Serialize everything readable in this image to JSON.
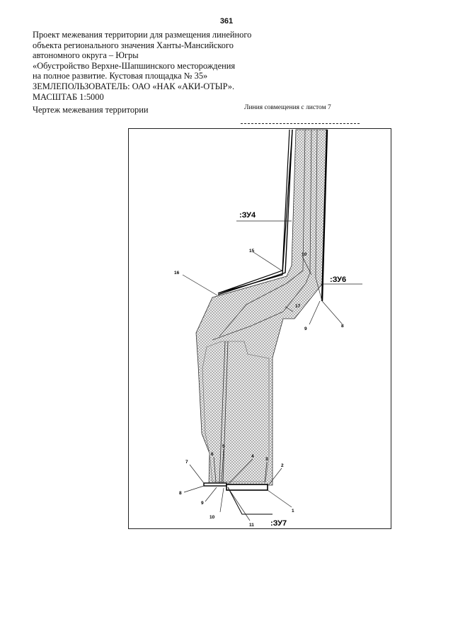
{
  "page_number": "361",
  "header_lines": [
    "Проект межевания территории для размещения линейного",
    "объекта регионального значения Ханты-Мансийского",
    "автономного округа – Югры",
    " «Обустройство Верхне-Шапшинского месторождения",
    "на полное развитие. Кустовая площадка № 35»",
    "ЗЕМЛЕПОЛЬЗОВАТЕЛЬ: ОАО «НАК «АКИ-ОТЫР».",
    "МАСШТАБ 1:5000"
  ],
  "caption": "Чертеж межевания территории",
  "sheet_link": "Линия совмещения с листом 7",
  "zones": {
    "zu4": ":ЗУ4",
    "zu6": ":ЗУ6",
    "zu7": ":ЗУ7"
  },
  "points": {
    "p15": "15",
    "p16": "16",
    "p10_top": "10",
    "p17": "17",
    "p9_top": "9",
    "p8_top": "8",
    "p7": "7",
    "p6": "6",
    "p5": "5",
    "p4": "4",
    "p3": "3",
    "p2": "2",
    "p8_bottom": "8",
    "p9_bottom": "9",
    "p10_bottom": "10",
    "p11": "11",
    "p1": "1"
  }
}
